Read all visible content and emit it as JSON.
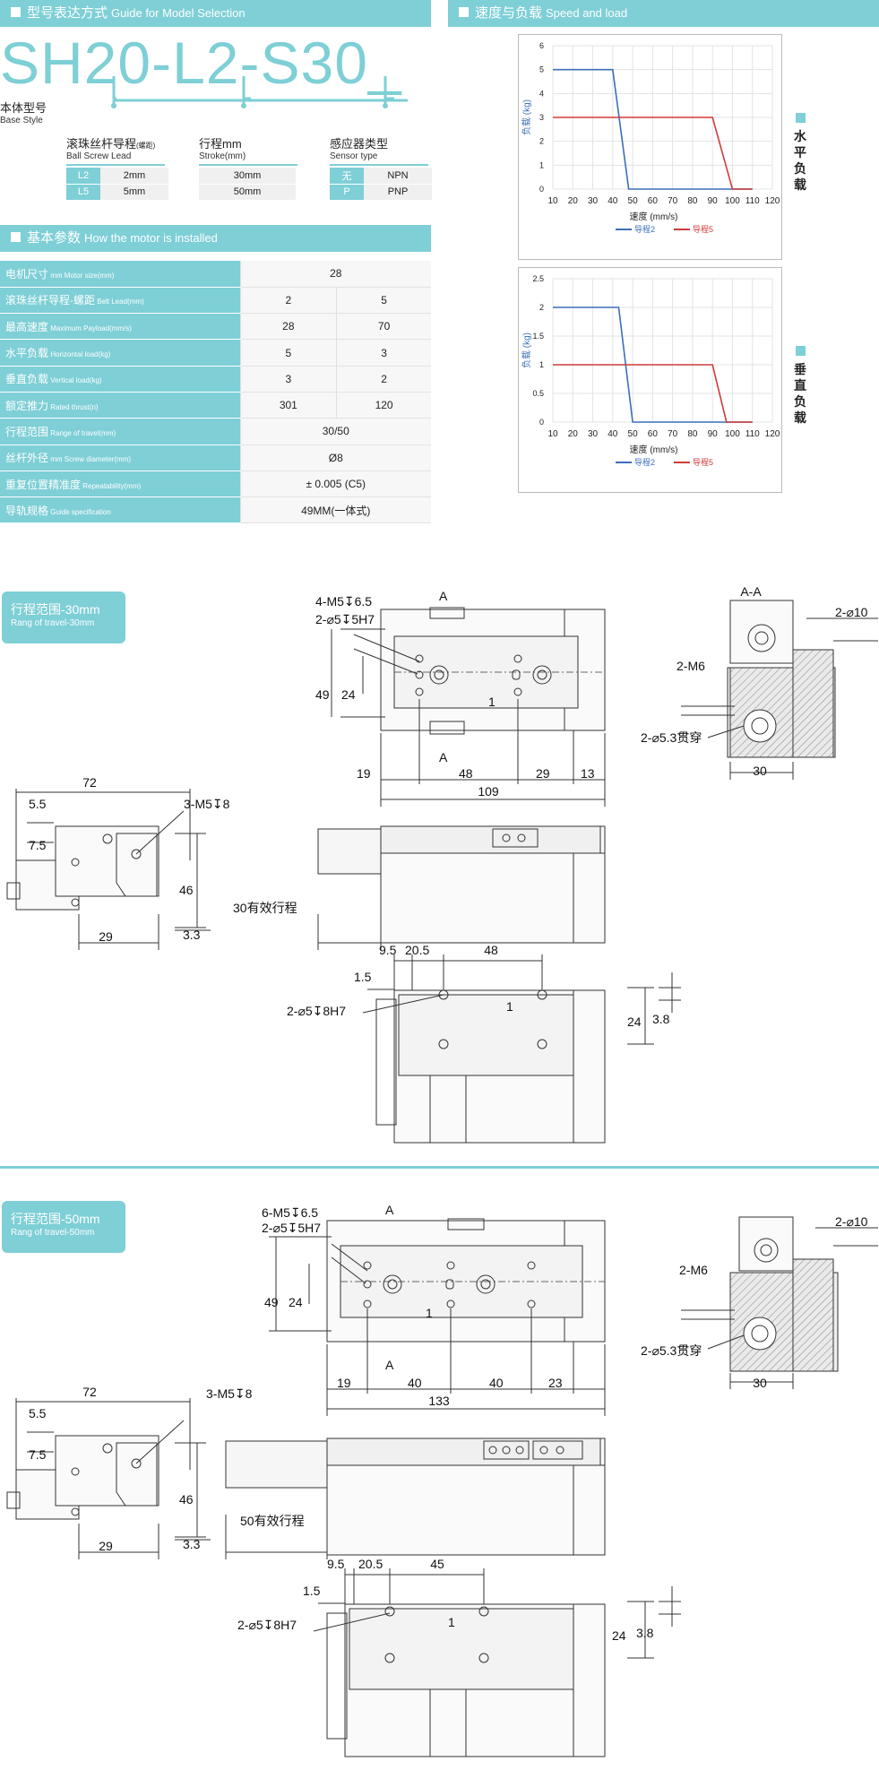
{
  "model_sel": {
    "header_cn": "型号表达方式",
    "header_en": "Guide for Model Selection",
    "model_text": "SH20-L2-S30_",
    "base_cn": "本体型号",
    "base_en": "Base Style",
    "screw_cn": "滚珠丝杆导程",
    "screw_cn_small": "(螺距)",
    "screw_en": "Ball Screw Lead",
    "stroke_cn": "行程mm",
    "stroke_en": "Stroke(mm)",
    "sensor_cn": "感应器类型",
    "sensor_en": "Sensor type",
    "screw_rows": [
      {
        "k": "L2",
        "v": "2mm"
      },
      {
        "k": "L5",
        "v": "5mm"
      }
    ],
    "stroke_rows": [
      "30mm",
      "50mm"
    ],
    "sensor_rows": [
      {
        "k": "无",
        "v": "NPN"
      },
      {
        "k": "P",
        "v": "PNP"
      }
    ]
  },
  "params": {
    "header_cn": "基本参数",
    "header_en": "How the motor is installed",
    "rows": [
      {
        "cn": "电机尺寸",
        "en": "mm Motor size(mm)",
        "vals": [
          "28"
        ]
      },
      {
        "cn": "滚珠丝杆导程-螺距",
        "en": "Belt Lead(mm)",
        "vals": [
          "2",
          "5"
        ]
      },
      {
        "cn": "最高速度",
        "en": "Maximum Payload(mm/s)",
        "vals": [
          "28",
          "70"
        ]
      },
      {
        "cn": "水平负载",
        "en": "Horizontal load(kg)",
        "vals": [
          "5",
          "3"
        ]
      },
      {
        "cn": "垂直负载",
        "en": "Vertical load(kg)",
        "vals": [
          "3",
          "2"
        ]
      },
      {
        "cn": "额定推力",
        "en": "Rated thrust(n)",
        "vals": [
          "301",
          "120"
        ]
      },
      {
        "cn": "行程范围",
        "en": "Range of travel(mm)",
        "vals": [
          "30/50"
        ]
      },
      {
        "cn": "丝杆外径",
        "en": "mm Screw diameter(mm)",
        "vals": [
          "Ø8"
        ]
      },
      {
        "cn": "重复位置精准度",
        "en": "Repeatability(mm)",
        "vals": [
          "± 0.005 (C5)"
        ]
      },
      {
        "cn": "导轨规格",
        "en": "Guide specification",
        "vals": [
          "49MM(一体式)"
        ]
      }
    ]
  },
  "speed": {
    "header_cn": "速度与负载",
    "header_en": "Speed and load",
    "tag_h": "水平负载",
    "tag_v": "垂直负载"
  },
  "chart_data": [
    {
      "type": "line",
      "xlabel": "速度 (mm/s)",
      "ylabel": "负载 (kg)",
      "ylim": [
        0,
        6
      ],
      "xlim": [
        10,
        120
      ],
      "xticks": [
        10,
        20,
        30,
        40,
        50,
        60,
        70,
        80,
        90,
        100,
        110,
        120
      ],
      "yticks": [
        0,
        1,
        2,
        3,
        4,
        5,
        6
      ],
      "legend_position": "bottom",
      "series": [
        {
          "name": "导程2",
          "color": "#3a6fb8",
          "points": [
            [
              10,
              5
            ],
            [
              40,
              5
            ],
            [
              48,
              0
            ],
            [
              110,
              0
            ]
          ]
        },
        {
          "name": "导程5",
          "color": "#d03a3a",
          "points": [
            [
              10,
              3
            ],
            [
              90,
              3
            ],
            [
              100,
              0
            ],
            [
              110,
              0
            ]
          ]
        }
      ]
    },
    {
      "type": "line",
      "xlabel": "速度 (mm/s)",
      "ylabel": "负载 (kg)",
      "ylim": [
        0,
        2.5
      ],
      "xlim": [
        10,
        120
      ],
      "xticks": [
        10,
        20,
        30,
        40,
        50,
        60,
        70,
        80,
        90,
        100,
        110,
        120
      ],
      "yticks": [
        0,
        0.5,
        1,
        1.5,
        2,
        2.5
      ],
      "legend_position": "bottom",
      "series": [
        {
          "name": "导程2",
          "color": "#3a6fb8",
          "points": [
            [
              10,
              2
            ],
            [
              43,
              2
            ],
            [
              50,
              0
            ],
            [
              110,
              0
            ]
          ]
        },
        {
          "name": "导程5",
          "color": "#d03a3a",
          "points": [
            [
              10,
              1
            ],
            [
              90,
              1
            ],
            [
              97,
              0
            ],
            [
              110,
              0
            ]
          ]
        }
      ]
    }
  ],
  "drawing30": {
    "tag_cn": "行程范围-30mm",
    "tag_en": "Rang of travel-30mm",
    "labels": {
      "a1": "4-M5↧6.5",
      "a2": "2-⌀5↧5H7",
      "d49": "49",
      "d24": "24",
      "d1": "1",
      "d19": "19",
      "d48": "48",
      "d29": "29",
      "d13": "13",
      "d109": "109",
      "aa": "A-A",
      "m6": "2-M6",
      "phi10": "2-⌀10",
      "phi53": "2-⌀5.3贯穿",
      "d30": "30",
      "d72": "72",
      "d55": "5.5",
      "d75": "7.5",
      "m5": "3-M5↧8",
      "d46": "46",
      "d29b": "29",
      "d33": "3.3",
      "eff": "30有效行程",
      "d95": "9.5",
      "d205": "20.5",
      "d48b": "48",
      "d15": "1.5",
      "h7": "2-⌀5↧8H7",
      "d1b": "1",
      "d24b": "24",
      "d38": "3.8",
      "a": "A"
    }
  },
  "drawing50": {
    "tag_cn": "行程范围-50mm",
    "tag_en": "Rang of travel-50mm",
    "labels": {
      "a1": "6-M5↧6.5",
      "a2": "2-⌀5↧5H7",
      "d49": "49",
      "d24": "24",
      "d1": "1",
      "d19": "19",
      "d40a": "40",
      "d40b": "40",
      "d23": "23",
      "d133": "133",
      "m6": "2-M6",
      "phi10": "2-⌀10",
      "phi53": "2-⌀5.3贯穿",
      "d30": "30",
      "d72": "72",
      "d55": "5.5",
      "d75": "7.5",
      "m5": "3-M5↧8",
      "d46": "46",
      "d29b": "29",
      "d33": "3.3",
      "eff": "50有效行程",
      "d95": "9.5",
      "d205": "20.5",
      "d45": "45",
      "d15": "1.5",
      "h7": "2-⌀5↧8H7",
      "d1b": "1",
      "d24b": "24",
      "d38": "3.8",
      "a": "A"
    }
  }
}
